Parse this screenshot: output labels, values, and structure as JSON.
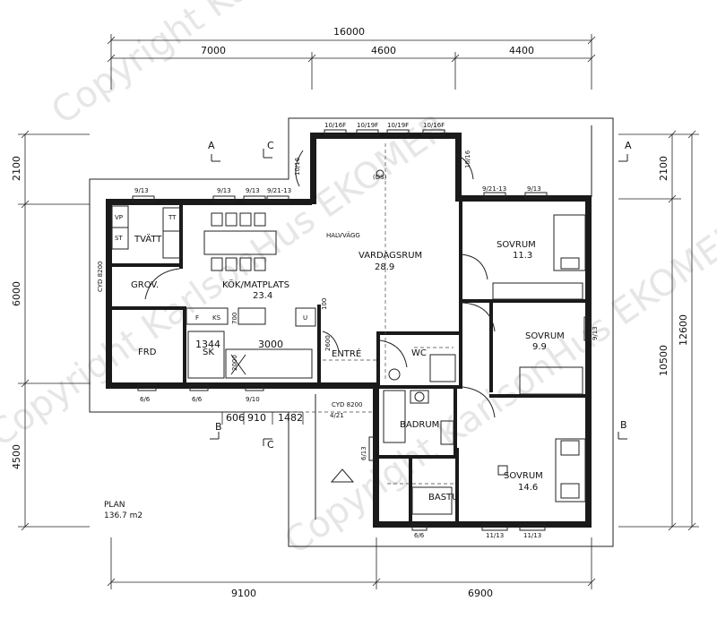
{
  "watermark": "Copyright KarlsonHus EKOMER",
  "dimensions": {
    "top_total": "16000",
    "top_1": "7000",
    "top_2": "4600",
    "top_3": "4400",
    "bottom_1": "9100",
    "bottom_2": "6900",
    "left_1": "2100",
    "left_2": "6000",
    "left_3": "4500",
    "right_1": "2100",
    "right_2": "10500",
    "right_total": "12600"
  },
  "rooms": {
    "tvatt": "TVÄTT",
    "grov": "GROV.",
    "kok": "KÖK/MATPLATS",
    "kok_area": "23.4",
    "vardagsrum": "VARDAGSRUM",
    "vardagsrum_area": "28.9",
    "sovrum1": "SOVRUM",
    "sovrum1_area": "11.3",
    "sovrum2": "SOVRUM",
    "sovrum2_area": "9.9",
    "sovrum3": "SOVRUM",
    "sovrum3_area": "14.6",
    "frd": "FRD",
    "entre": "ENTRÉ",
    "wc": "WC",
    "badrum": "BADRUM",
    "bastu": "BASTU",
    "sk": "SK"
  },
  "windows": {
    "w1": "10/16F",
    "w2": "10/19F",
    "w3": "10/19F",
    "w4": "10/16F",
    "w5": "10/16",
    "w6": "10/16",
    "w7": "9/13",
    "w8": "9/13",
    "w9": "9/13",
    "w10": "9/21-13",
    "w11": "9/21-13",
    "w12": "9/13",
    "w13": "9/13",
    "w14": "6/6",
    "w15": "6/6",
    "w16": "9/10",
    "w17": "4/21",
    "w18": "6/13",
    "w19": "6/6",
    "w20": "11/13",
    "w21": "11/13"
  },
  "labels": {
    "cyd_1": "CYD 8200",
    "cyd_2": "CYD 8200",
    "halvvagg": "HALVVÄGG",
    "ds": "(DS)",
    "vp": "VP",
    "st": "ST",
    "tt": "TT",
    "f": "F",
    "ks": "KS",
    "u": "U",
    "d700": "700",
    "d100": "100",
    "d2600": "2600",
    "d1344": "1344",
    "d3000": "3000",
    "d2000": "2000",
    "d606": "606",
    "d910": "910",
    "d1482": "1482",
    "section_a": "A",
    "section_a2": "A",
    "section_b": "B",
    "section_b2": "B",
    "section_c": "C",
    "section_c2": "C",
    "plan": "PLAN",
    "plan_area": "136.7 m2"
  },
  "colors": {
    "wall": "#1a1a1a",
    "line": "#222222",
    "watermark": "#c8c8c8"
  }
}
